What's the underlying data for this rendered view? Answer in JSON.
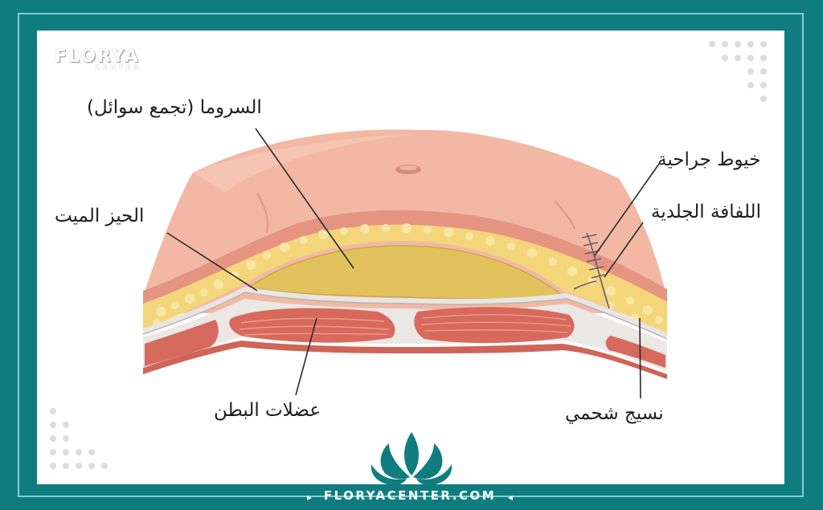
{
  "branding": {
    "top_logo_name": "FLORYA",
    "top_logo_sub": "CENTER",
    "footer_url": "FLORYACENTER.COM"
  },
  "labels": {
    "seroma": "السروما (تجمع سوائل)",
    "dead_space": "الحيز الميت",
    "surgical_sutures": "خيوط جراحية",
    "skin_flap": "اللفافة الجلدية",
    "abdominal_muscles": "عضلات البطن",
    "fat_tissue": "نسيج شحمي"
  },
  "colors": {
    "frame": "#0f7d80",
    "frame_line": "#7fd0d2",
    "skin": "#f1b7a3",
    "fat": "#f3d77a",
    "seroma": "#e2c35e",
    "muscle": "#d8685e",
    "fascia": "#e9e6e4"
  }
}
